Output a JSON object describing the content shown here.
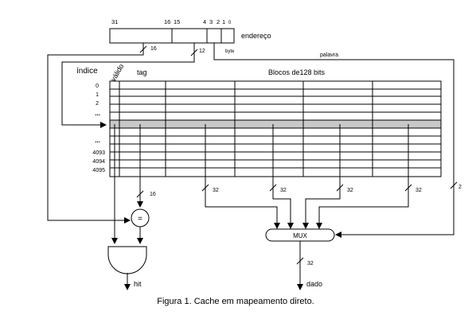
{
  "address": {
    "bit_labels": [
      "31",
      "16",
      "15",
      "4",
      "3",
      "2",
      "1",
      "0"
    ],
    "label": "endereço",
    "tag_width": "16",
    "index_width": "12",
    "byte_label": "byte",
    "word_label": "palavra"
  },
  "cache": {
    "index_header": "índice",
    "valid_header": "válido",
    "tag_header": "tag",
    "blocks_header": "Blocos de128 bits",
    "row_indices": [
      "0",
      "1",
      "2",
      "...",
      "...",
      "4093",
      "4094",
      "4095"
    ],
    "block_count": 4,
    "highlight_color": "#c8c8c8"
  },
  "compare": {
    "tag_bus_width": "16",
    "comparator_label": "="
  },
  "mux": {
    "input_widths": [
      "32",
      "32",
      "32",
      "32"
    ],
    "select_width": "2",
    "label": "MUX",
    "output_width": "32"
  },
  "outputs": {
    "hit_label": "hit",
    "data_label": "dado"
  },
  "caption": "Figura 1. Cache em mapeamento direto."
}
